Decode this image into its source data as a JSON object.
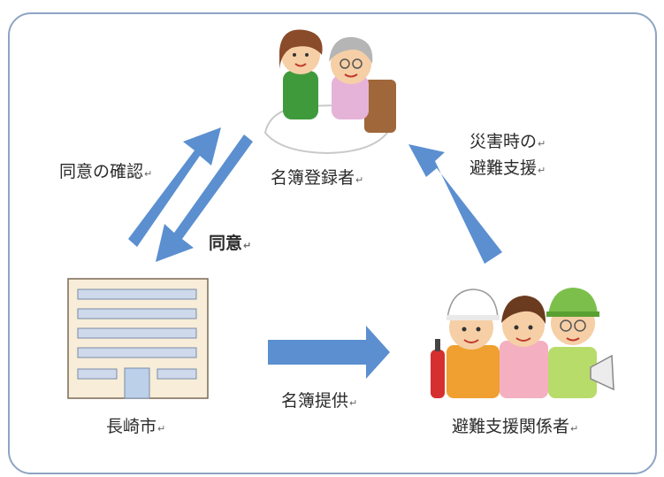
{
  "nodes": {
    "registrant": "名簿登録者",
    "city": "長崎市",
    "supporters": "避難支援関係者"
  },
  "edges": {
    "confirm_consent": "同意の確認",
    "consent": "同意",
    "provide_list": "名簿提供",
    "disaster_support_line1": "災害時の",
    "disaster_support_line2": "避難支援"
  },
  "return_mark": "↵",
  "colors": {
    "arrow_fill": "#5b8fd0",
    "frame_border": "#8ea4c4"
  }
}
